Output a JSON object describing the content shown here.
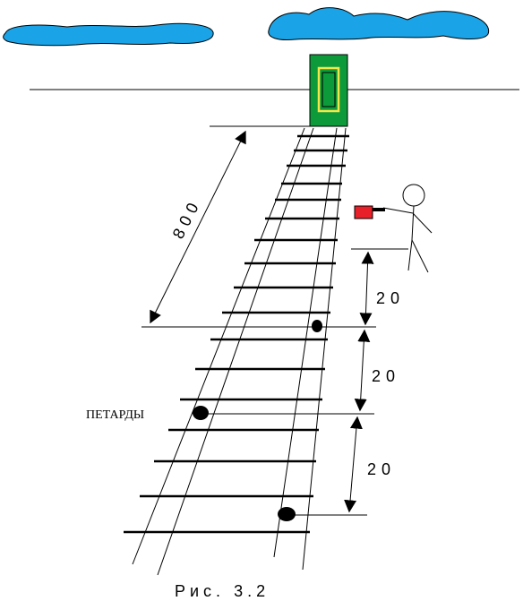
{
  "labels": {
    "distance_main": "800",
    "gap_1": "20",
    "gap_2": "20",
    "gap_3": "20",
    "detonators": "ПЕТАРДЫ",
    "caption": "Рис. 3.2"
  },
  "colors": {
    "cloud": "#1aa3e6",
    "signal_body": "#0d9a3a",
    "signal_lamp": "#f2e64a",
    "flag": "#e8202a",
    "ink": "#000000"
  },
  "icons": {
    "person": "stick-figure-icon",
    "flag": "red-flag-icon",
    "detonator": "detonator-dot-icon",
    "signal": "traffic-signal-icon"
  }
}
